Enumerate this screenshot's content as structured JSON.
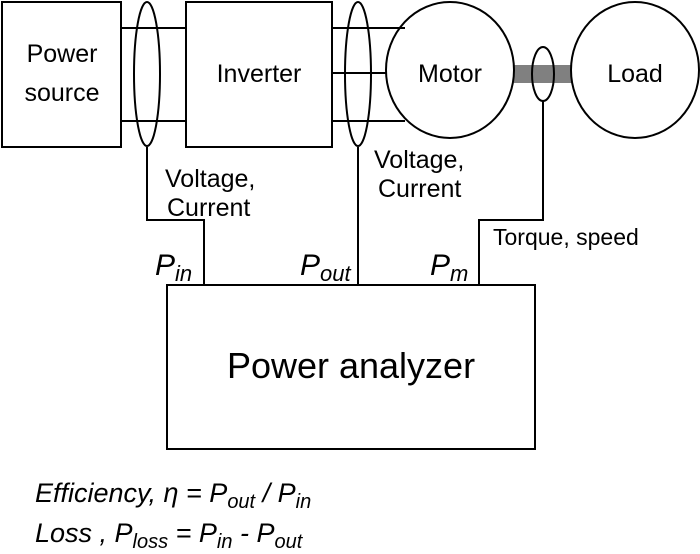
{
  "blocks": {
    "power_source": [
      "Power",
      "source"
    ],
    "inverter": "Inverter",
    "motor": "Motor",
    "load": "Load",
    "power_analyzer": "Power analyzer"
  },
  "labels": {
    "input_measure": [
      "Voltage,",
      "Current"
    ],
    "output_measure": [
      "Voltage,",
      "Current"
    ],
    "mech_measure": "Torque, speed",
    "p_in": {
      "p": "P",
      "sub": "in"
    },
    "p_out": {
      "p": "P",
      "sub": "out"
    },
    "p_m": {
      "p": "P",
      "sub": "m"
    }
  },
  "formulas": {
    "efficiency": {
      "lead": "Efficiency, η = P",
      "sub1": "out",
      "mid": " / P",
      "sub2": "in"
    },
    "loss": {
      "lead": "Loss , P",
      "sub1": "loss",
      "mid": " = P",
      "sub2": "in",
      "mid2": " - P",
      "sub3": "out"
    }
  },
  "colors": {
    "shaft": "#808080",
    "line": "#000000"
  }
}
